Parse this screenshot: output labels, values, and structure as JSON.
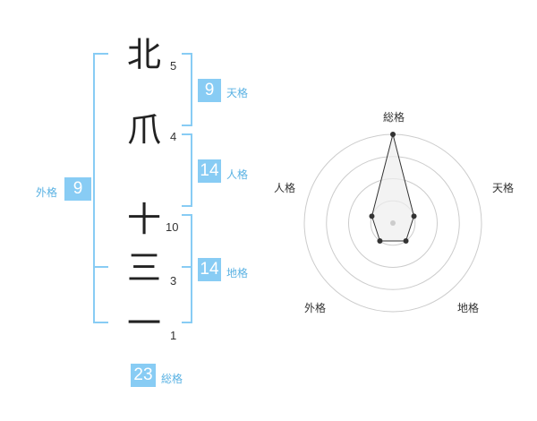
{
  "characters": [
    {
      "char": "北",
      "strokes": "5"
    },
    {
      "char": "爪",
      "strokes": "4"
    },
    {
      "char": "十",
      "strokes": "10"
    },
    {
      "char": "三",
      "strokes": "3"
    },
    {
      "char": "一",
      "strokes": "1"
    }
  ],
  "fortunes": {
    "tenkaku": {
      "value": "9",
      "label": "天格"
    },
    "jinkaku": {
      "value": "14",
      "label": "人格"
    },
    "chikaku": {
      "value": "14",
      "label": "地格"
    },
    "gaikaku": {
      "value": "9",
      "label": "外格"
    },
    "soukaku": {
      "value": "23",
      "label": "総格"
    }
  },
  "radar": {
    "axes": [
      "総格",
      "天格",
      "地格",
      "外格",
      "人格"
    ],
    "scores": [
      4,
      1,
      1,
      1,
      1
    ],
    "max": 4,
    "colors": {
      "ring": "#cccccc",
      "fill": "#eeeeee",
      "line": "#333333",
      "dot": "#333333",
      "center": "#cccccc"
    }
  },
  "colors": {
    "accent": "#88ccf4",
    "bracket": "#88ccf4"
  }
}
